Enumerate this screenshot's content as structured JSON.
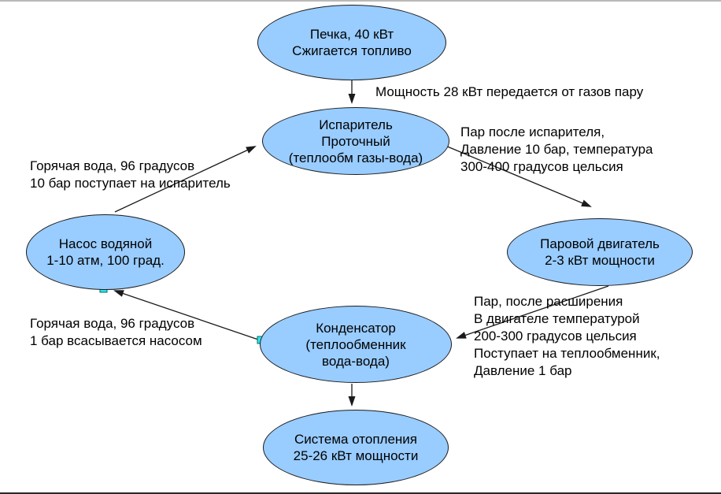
{
  "nodes": {
    "furnace": {
      "label": "Печка, 40 кВт\nСжигается топливо"
    },
    "evaporator": {
      "label": "Испаритель\nПроточный\n(теплообм газы-вода)"
    },
    "steam_engine": {
      "label": "Паровой двигатель\n2-3 кВт мощности"
    },
    "pump": {
      "label": "Насос водяной\n1-10 атм, 100 град."
    },
    "condenser": {
      "label": "Конденсатор\n(теплообменник\nвода-вода)"
    },
    "heating_system": {
      "label": "Система отопления\n25-26 кВт мощности"
    }
  },
  "edge_labels": {
    "power_transfer": "Мощность 28 кВт передается от газов пару",
    "steam_after_evaporator": "Пар после испарителя,\nДавление 10 бар, температура\n300-400 градусов цельсия",
    "hot_water_to_evaporator": "Горячая вода, 96 градусов\n10 бар поступает на испаритель",
    "steam_after_engine": "Пар, после расширения\nВ двигателе температурой\n200-300 градусов цельсия\nПоступает на теплообменник,\nДавление 1 бар",
    "hot_water_to_pump": "Горячая вода, 96 градусов\n1 бар всасывается насосом"
  },
  "colors": {
    "node_fill": "#99CCFF",
    "node_stroke": "#1c1c1c",
    "connector": "#1a1a1a",
    "handle_fill": "#2ae8e8",
    "text": "#000000",
    "top_rule": "#b9b9b9",
    "bottom_rule": "#2a2a2a"
  }
}
